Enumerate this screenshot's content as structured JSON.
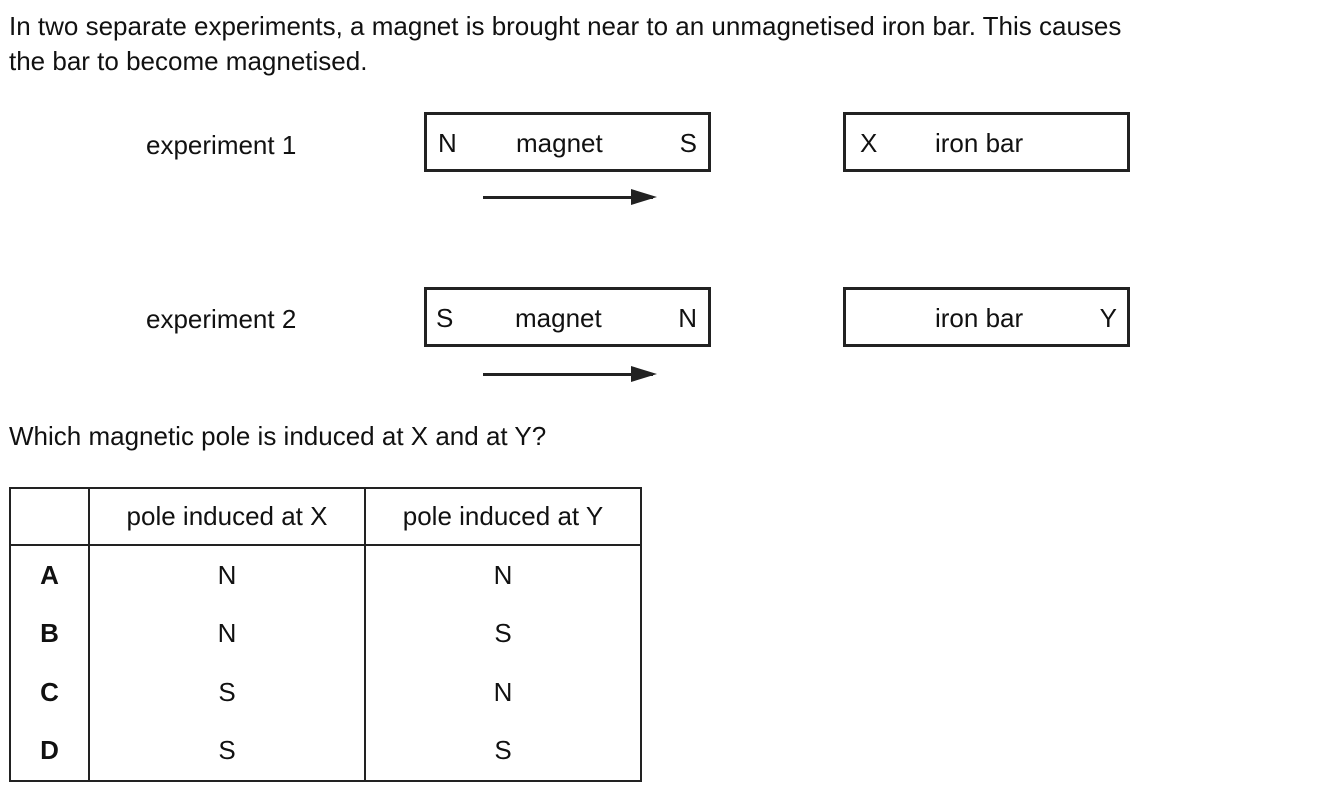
{
  "intro": {
    "line1": "In two separate experiments, a magnet is brought near to an unmagnetised iron bar. This causes",
    "line2": "the bar to become magnetised."
  },
  "experiments": [
    {
      "label": "experiment 1",
      "magnet": {
        "left": "N",
        "center": "magnet",
        "right": "S"
      },
      "bar": {
        "left": "X",
        "center": "iron bar",
        "right": ""
      }
    },
    {
      "label": "experiment 2",
      "magnet": {
        "left": "S",
        "center": "magnet",
        "right": "N"
      },
      "bar": {
        "left": "",
        "center": "iron bar",
        "right": "Y"
      }
    }
  ],
  "question": "Which magnetic pole is induced at X and at Y?",
  "table": {
    "headers": [
      "",
      "pole induced at X",
      "pole induced at Y"
    ],
    "rows": [
      [
        "A",
        "N",
        "N"
      ],
      [
        "B",
        "N",
        "S"
      ],
      [
        "C",
        "S",
        "N"
      ],
      [
        "D",
        "S",
        "S"
      ]
    ]
  }
}
